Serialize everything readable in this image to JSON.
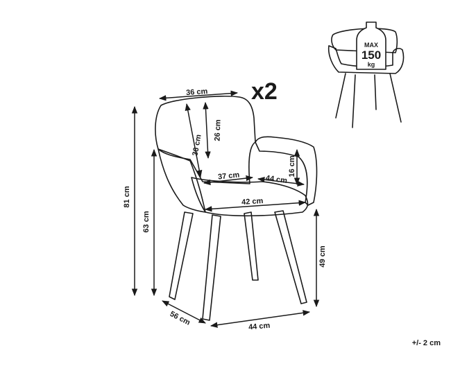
{
  "quantity": "x2",
  "tolerance": "+/- 2 cm",
  "max_load": {
    "line1": "MAX",
    "line2": "150",
    "line3": "kg"
  },
  "dimensions": {
    "back_width": "36 cm",
    "back_height_outer": "36 cm",
    "back_height_inner": "26 cm",
    "seat_depth": "37 cm",
    "armrest_length": "44 cm",
    "armrest_height": "16 cm",
    "seat_width": "42 cm",
    "total_height": "81 cm",
    "armrest_floor_height": "63 cm",
    "seat_floor_height": "49 cm",
    "overall_depth": "56 cm",
    "overall_width": "44 cm"
  },
  "colors": {
    "line": "#1a1a1a",
    "background": "#ffffff"
  }
}
